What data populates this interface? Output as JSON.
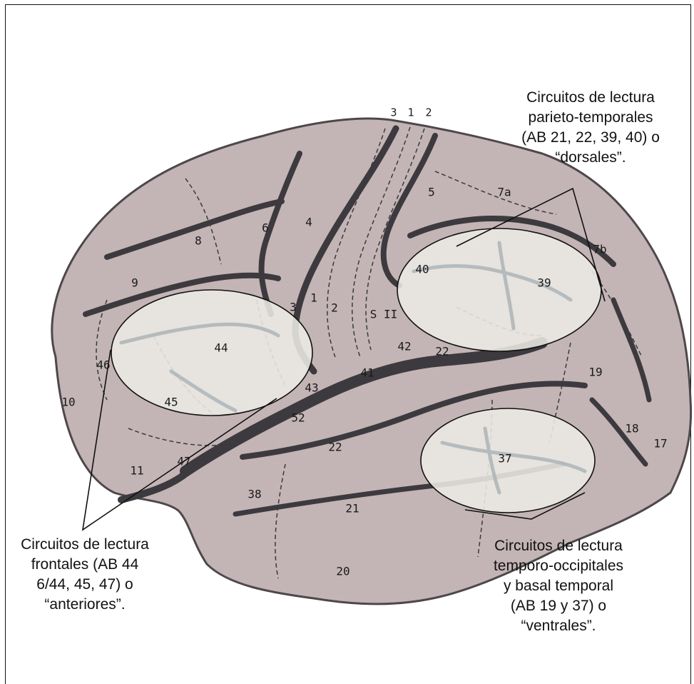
{
  "area_labels": {
    "a3": "3",
    "a1": "1",
    "a2": "2",
    "a5": "5",
    "a7a": "7a",
    "a7b": "7b",
    "a6": "6",
    "a4": "4",
    "a8": "8",
    "a9": "9",
    "a40": "40",
    "a39": "39",
    "a1b": "1",
    "a2b": "2",
    "a3b": "3",
    "sII": "S II",
    "a44": "44",
    "a46": "46",
    "a10": "10",
    "a45": "45",
    "a43": "43",
    "a41": "41",
    "a42": "42",
    "a22a": "22",
    "a19": "19",
    "a52": "52",
    "a22b": "22",
    "a18": "18",
    "a17": "17",
    "a37": "37",
    "a11": "11",
    "a47": "47",
    "a38": "38",
    "a21": "21",
    "a20": "20"
  },
  "captions": {
    "dorsal": [
      "Circuitos de lectura",
      "parieto-temporales",
      "(AB 21, 22, 39, 40) o",
      "“dorsales”."
    ],
    "anterior": [
      "Circuitos de lectura",
      "frontales (AB 44",
      "6/44, 45, 47) o",
      "“anteriores”."
    ],
    "ventral": [
      "Circuitos de lectura",
      "temporo-occipitales",
      "y basal temporal",
      "(AB 19 y 37) o",
      "“ventrales”."
    ]
  },
  "colors": {
    "brain_fill": "#c4b4b6",
    "sulcus": "#3c3a3e",
    "highlight": "#ece9e4"
  }
}
